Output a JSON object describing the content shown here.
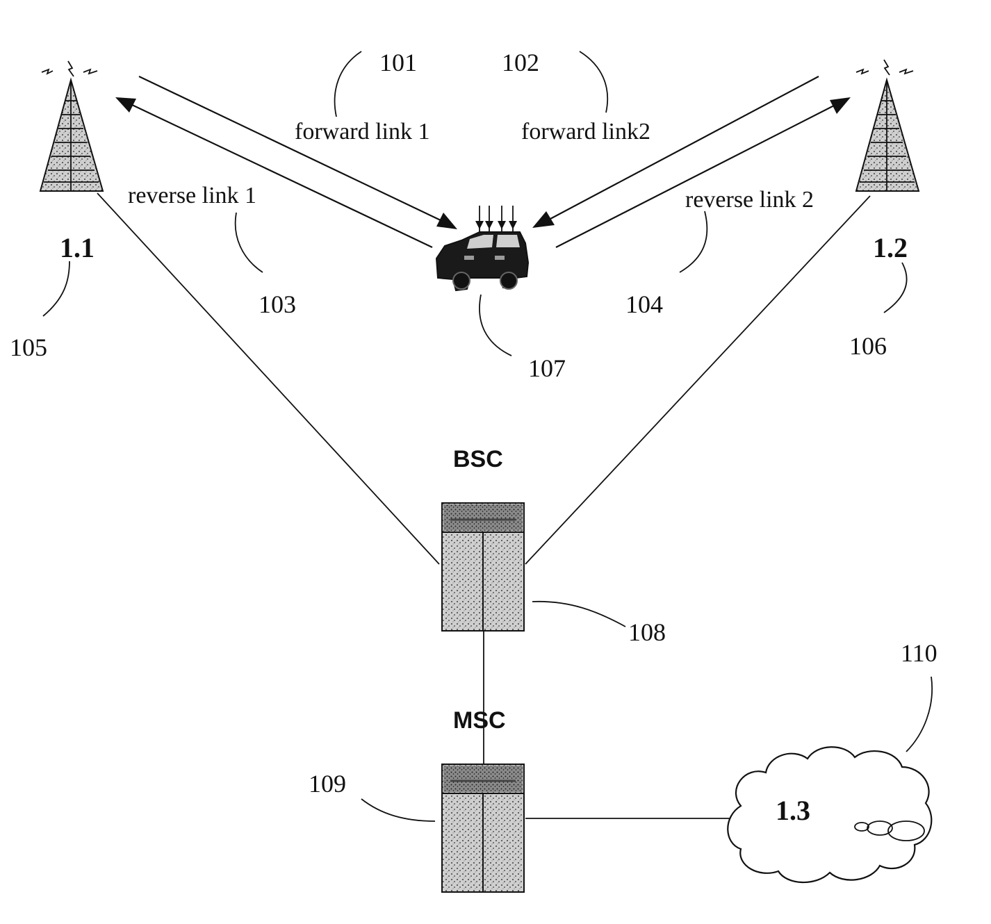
{
  "diagram": {
    "base_station_1": {
      "label": "1.1",
      "ref": "105"
    },
    "base_station_2": {
      "label": "1.2",
      "ref": "106"
    },
    "mobile_station": {
      "ref": "107"
    },
    "forward_link_1": {
      "label": "forward link 1",
      "ref": "101"
    },
    "forward_link_2": {
      "label": "forward link2",
      "ref": "102"
    },
    "reverse_link_1": {
      "label": "reverse link 1",
      "ref": "103"
    },
    "reverse_link_2": {
      "label": "reverse link 2",
      "ref": "104"
    },
    "bsc": {
      "label": "BSC",
      "ref": "108"
    },
    "msc": {
      "label": "MSC",
      "ref": "109"
    },
    "network": {
      "label": "1.3",
      "ref": "110"
    }
  }
}
